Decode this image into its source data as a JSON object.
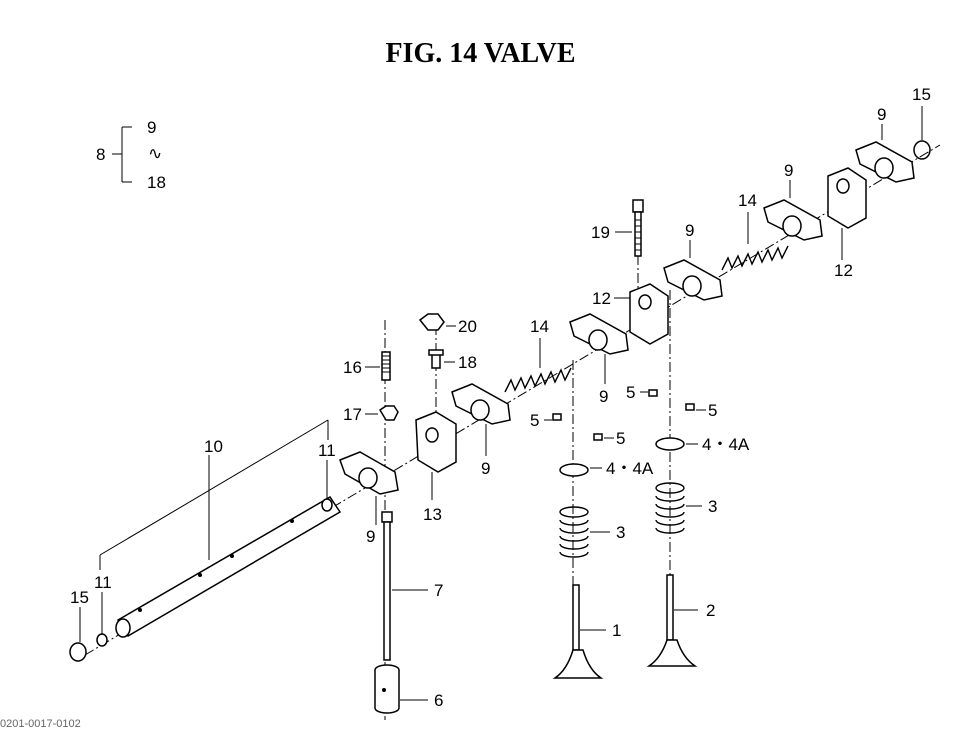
{
  "title": "FIG. 14  VALVE",
  "legend": {
    "group": "8",
    "from": "9",
    "tilde": "∿",
    "to": "18"
  },
  "callouts": {
    "c1": "1",
    "c2": "2",
    "c3a": "3",
    "c3b": "3",
    "c44a_a": "4・4A",
    "c44a_b": "4・4A",
    "c5a": "5",
    "c5b": "5",
    "c5c": "5",
    "c5d": "5",
    "c6": "6",
    "c7": "7",
    "c9a": "9",
    "c9b": "9",
    "c9c": "9",
    "c9d": "9",
    "c9e": "9",
    "c9f": "9",
    "c10": "10",
    "c11a": "11",
    "c11b": "11",
    "c12a": "12",
    "c12b": "12",
    "c13": "13",
    "c14a": "14",
    "c14b": "14",
    "c15a": "15",
    "c15b": "15",
    "c16": "16",
    "c17": "17",
    "c18": "18",
    "c19": "19",
    "c20": "20"
  },
  "footer": "0201-0017-0102"
}
